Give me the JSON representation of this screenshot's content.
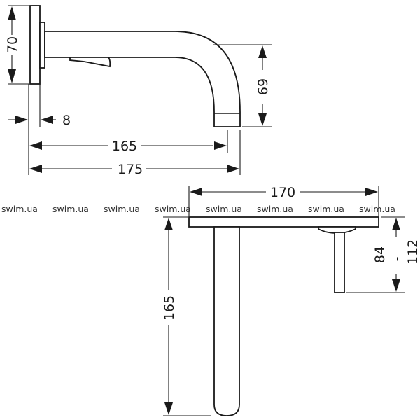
{
  "dimensions": {
    "flange_height": "70",
    "flange_depth": "8",
    "spout_reach_inner": "165",
    "spout_reach_total": "175",
    "spout_drop": "69",
    "plate_width": "170",
    "spout_length_front": "165",
    "lever_range_min": "84",
    "lever_range_sep": "-",
    "lever_range_max": "112"
  },
  "watermark": {
    "text": "swim.ua",
    "count": 8
  },
  "colors": {
    "line": "#1a1a1a",
    "background": "#ffffff",
    "watermark": "#333333"
  }
}
